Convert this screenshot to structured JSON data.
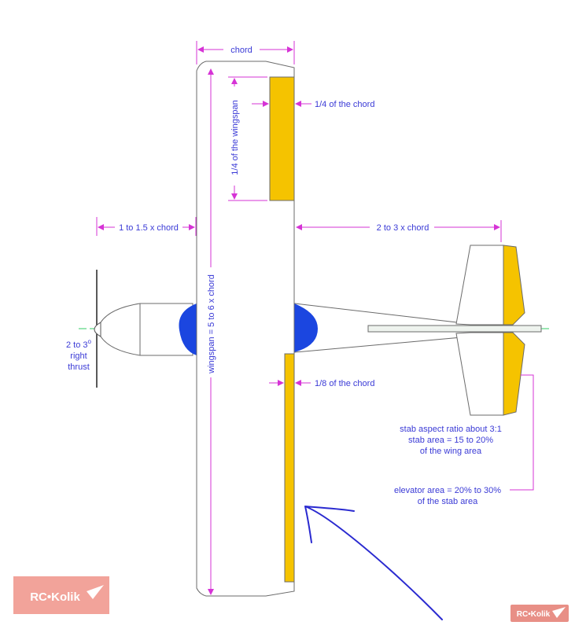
{
  "labels": {
    "chord": "chord",
    "quarter_chord": "1/4 of the chord",
    "quarter_wingspan": "1/4 of the wingspan",
    "nose_length": "1 to 1.5 x chord",
    "tail_length": "2 to 3 x chord",
    "wingspan": "wingspan = 5 to 6 x chord",
    "eighth_chord": "1/8 of the chord",
    "thrust_line1": "2 to 3",
    "thrust_degree": "o",
    "thrust_line2": "right",
    "thrust_line3": "thrust",
    "stab_line1": "stab aspect ratio about 3:1",
    "stab_line2": "stab area = 15 to 20%",
    "stab_line3": "of the wing area",
    "elev_line1": "elevator area = 20% to 30%",
    "elev_line2": "of the stab area"
  },
  "logos": {
    "left": "RC•Kolik",
    "right": "RC•Kolik"
  },
  "colors": {
    "outline": "#6b6b6b",
    "dimension": "#d633d6",
    "text": "#3a3ad6",
    "aileron": "#f5c300",
    "spinner": "#1b46e0",
    "centerline": "#33cc66",
    "annotation": "#2a2ad0",
    "logo_bg": "#f2a39a"
  }
}
